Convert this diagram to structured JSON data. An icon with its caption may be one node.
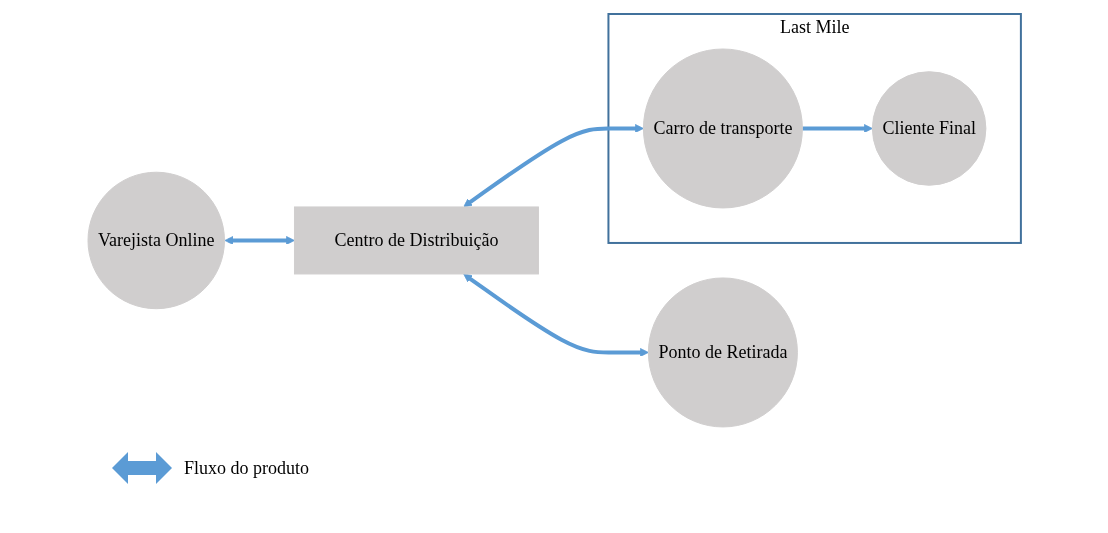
{
  "diagram": {
    "nodes": [
      {
        "text": [
          "Varejista Online"
        ]
      },
      {
        "text": [
          "Centro de Distribuição"
        ]
      },
      {
        "text": [
          "Ponto de Retirada"
        ]
      },
      {
        "text": [
          "Last Mile"
        ]
      },
      {
        "text": [
          "Cliente Final"
        ],
        "in": 3
      },
      {
        "text": [
          "Carro de transporte"
        ],
        "in": 3
      }
    ],
    "edges": [
      {
        "from": 0,
        "to": 1,
        "arrow": "both"
      },
      {
        "from": 1,
        "to": 2,
        "arrow": "both"
      },
      {
        "from": 1,
        "to": 5,
        "arrow": "both"
      },
      {
        "from": 5,
        "to": 4,
        "arrow": "to"
      }
    ],
    "legend": [
      {
        "text": "Fluxo do produto"
      }
    ]
  }
}
